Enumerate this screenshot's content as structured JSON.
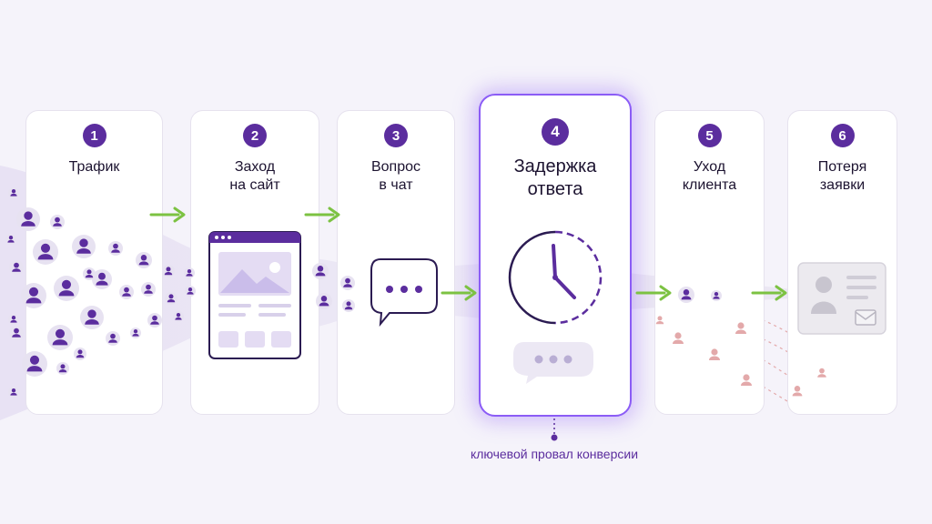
{
  "steps": [
    {
      "number": "1",
      "title": "Трафик"
    },
    {
      "number": "2",
      "title": "Заход\nна сайт"
    },
    {
      "number": "3",
      "title": "Вопрос\nв чат"
    },
    {
      "number": "4",
      "title": "Задержка\nответа"
    },
    {
      "number": "5",
      "title": "Уход\nклиента"
    },
    {
      "number": "6",
      "title": "Потеря\nзаявки"
    }
  ],
  "caption": "ключевой провал конверсии",
  "colors": {
    "accent": "#5b2d9e",
    "highlight": "#8b5cf6",
    "arrow": "#7cc242",
    "lost": "#e3a9aa"
  },
  "icons": [
    "person-icon",
    "browser-icon",
    "chat-bubble-icon",
    "clock-icon",
    "typing-bubble-icon",
    "application-card-icon",
    "envelope-icon"
  ]
}
